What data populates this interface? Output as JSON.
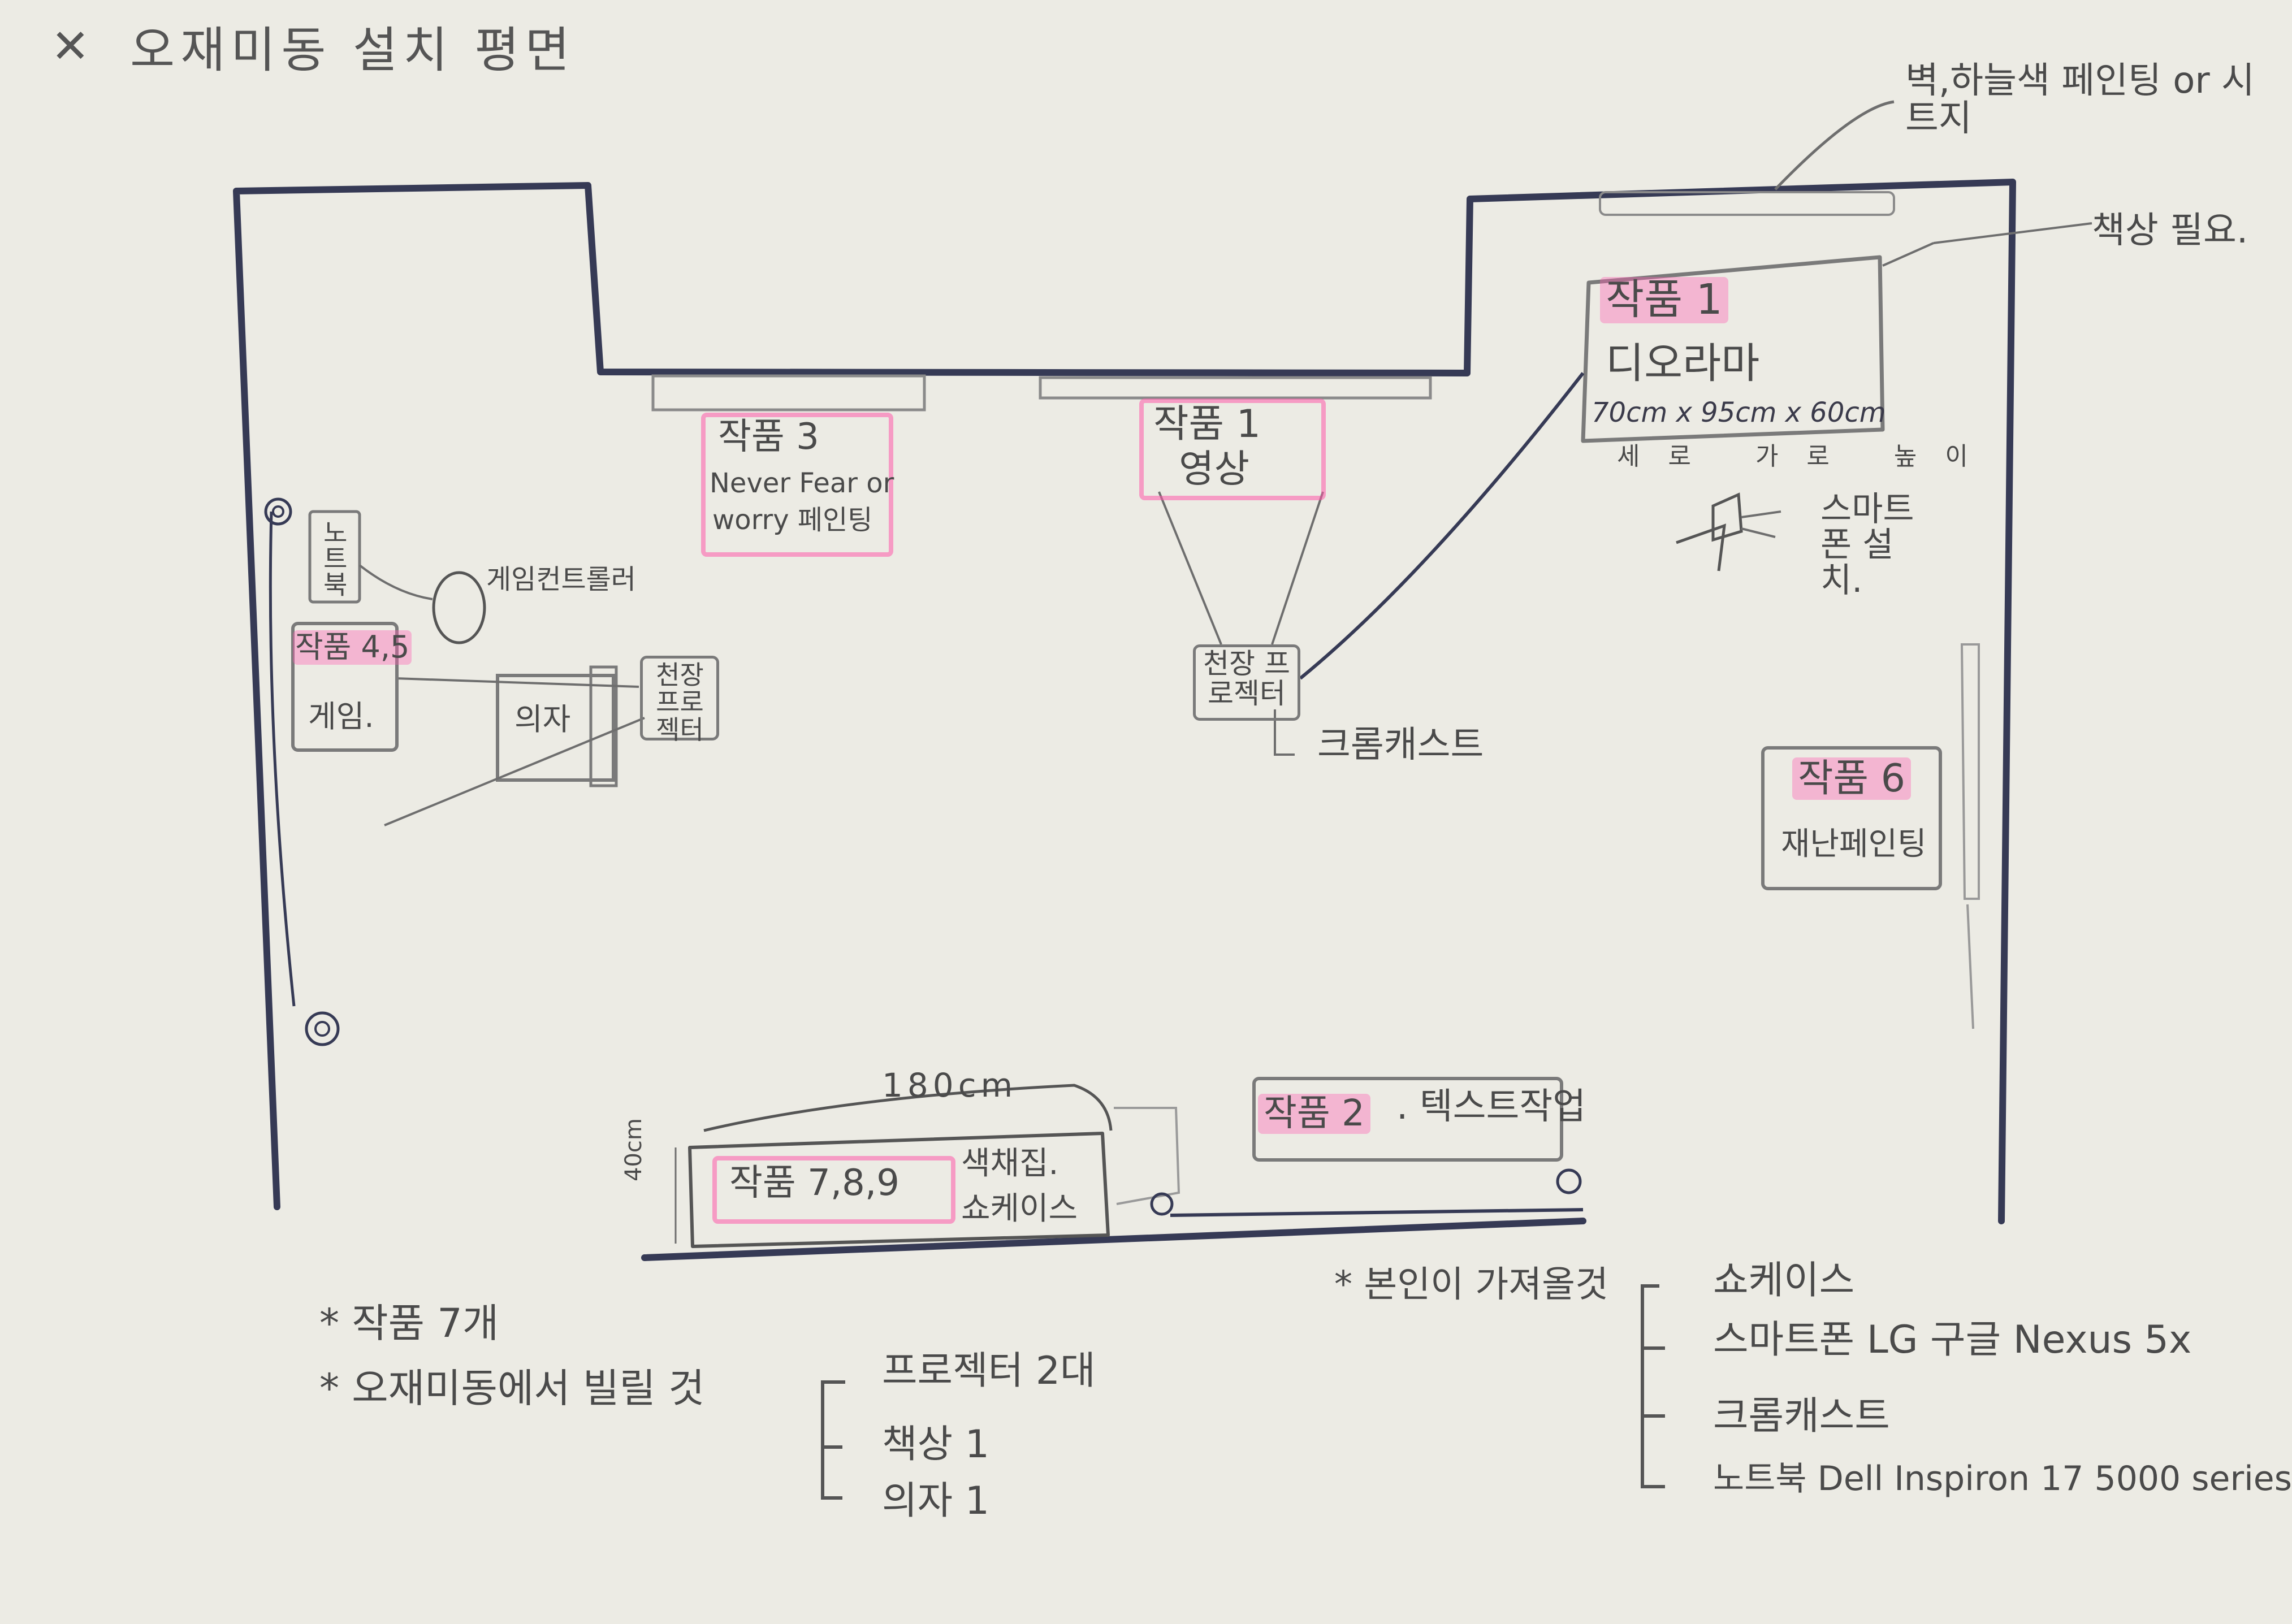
{
  "title": "오재미동 설치 평면",
  "title_mark": "✕",
  "annotations": {
    "wall_paint": "벽,하늘색 페인팅 or 시트지",
    "desk_note": "책상 필요.",
    "tv_projector": "천장 프로젝터",
    "chromecast": "크롬캐스트",
    "smartphone": "스마트폰 설치.",
    "laptop": "노트북",
    "game_controller": "게임컨트롤러",
    "chair": "의자",
    "ceiling_projector2": "천장 프로젝터",
    "width_180": "180cm",
    "height_40": "40cm"
  },
  "works": {
    "work1_title": "작품 1",
    "work1_sub": "디오라마",
    "work1_dims": "70cm x 95cm x 60cm",
    "work1_dims_labels": "세로 가로 높이",
    "work1b_title": "작품 1",
    "work1b_sub": "영상",
    "work3_title": "작품 3",
    "work3_line1": "Never Fear or",
    "work3_line2": "worry 페인팅",
    "work45_title": "작품 4,5",
    "work45_sub": "게임.",
    "work6_title": "작품 6",
    "work6_sub": "재난페인팅",
    "work2_title": "작품 2",
    "work2_sub": ". 텍스트작업",
    "work789_title": "작품 7,8,9",
    "work789_sub1": "색채집.",
    "work789_sub2": "쇼케이스"
  },
  "notes": {
    "count": "* 작품 7개",
    "borrow_header": "* 오재미동에서 빌릴 것",
    "borrow_items": [
      "프로젝터 2대",
      "책상 1",
      "의자 1"
    ],
    "bring_header": "* 본인이 가져올것",
    "bring_items": [
      "쇼케이스",
      "스마트폰 LG 구글 Nexus 5x",
      "크롬캐스트",
      "노트북 Dell Inspiron 17 5000 series"
    ]
  },
  "colors": {
    "paper": "#ecebe4",
    "wall": "#363a55",
    "pencil": "#6e6e6e",
    "ink": "#4a4a4a",
    "highlight": "#ff5fb4"
  }
}
